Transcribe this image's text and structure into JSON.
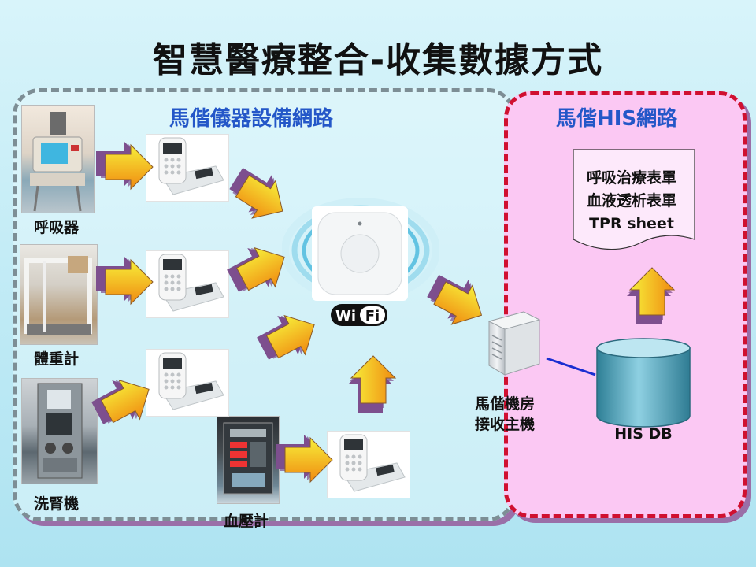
{
  "title": "智慧醫療整合-收集數據方式",
  "zones": {
    "device_network": "馬偕儀器設備網路",
    "his_network": "馬偕HIS網路"
  },
  "devices": {
    "respirator": "呼吸器",
    "weight_scale": "體重計",
    "dialysis": "洗腎機",
    "blood_pressure": "血壓計"
  },
  "wifi": {
    "logo_text_wi": "Wi",
    "logo_text_fi": "Fi"
  },
  "server": {
    "label_line1": "馬偕機房",
    "label_line2": "接收主機"
  },
  "database": {
    "label": "HIS DB"
  },
  "document": {
    "lines": [
      "呼吸治療表單",
      "血液透析表單",
      "TPR sheet"
    ]
  },
  "colors": {
    "arrow_gradient_top": "#f7ef3a",
    "arrow_gradient_bottom": "#f08a10",
    "arrow_shadow": "#7d4f8e",
    "left_zone_border": "#7d8e95",
    "right_zone_border": "#d01030",
    "right_zone_fill": "#fbc8f3",
    "zone_label": "#2457c8",
    "db_cylinder": "#5fa9bf"
  }
}
